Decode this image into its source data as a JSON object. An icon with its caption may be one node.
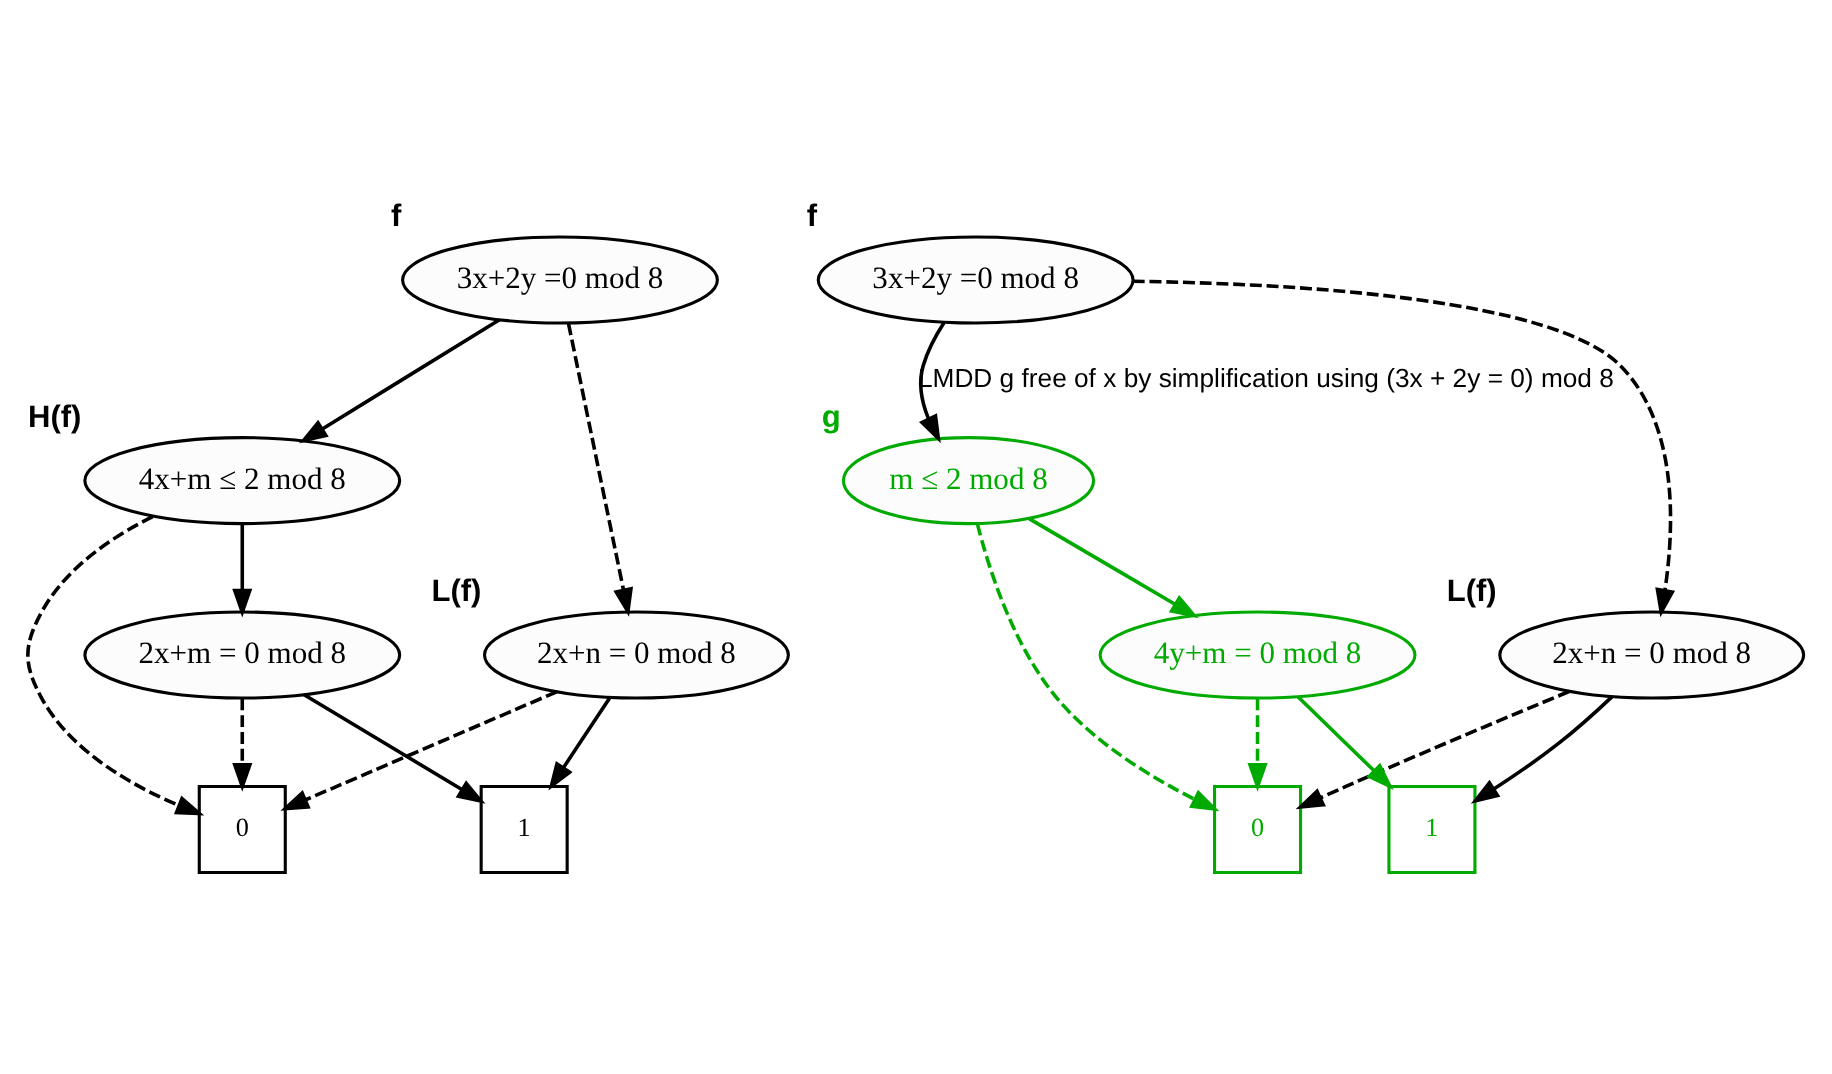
{
  "diagram": {
    "nodes": [
      {
        "text": [
          "3x+2y =0 mod 8"
        ],
        "beside": [
          "f"
        ]
      },
      {
        "text": [
          "4x+m ≤ 2 mod 8"
        ],
        "beside": [
          "H(f)"
        ]
      },
      {
        "text": [
          "2x+n = 0 mod 8"
        ],
        "beside": [
          "L(f)"
        ]
      },
      {
        "text": [
          "2x+m = 0 mod 8"
        ]
      },
      {
        "text": [
          "1"
        ]
      },
      {
        "text": [
          "0"
        ]
      },
      {
        "text": [
          "3x+2y =0 mod 8"
        ],
        "beside": [
          "f"
        ]
      },
      {
        "text": [
          "m ≤ 2 mod 8"
        ],
        "beside": [
          "g"
        ]
      },
      {
        "text": [
          "2x+n = 0 mod 8"
        ],
        "beside": [
          "L(f)"
        ]
      },
      {
        "text": [
          "4y+m = 0 mod 8"
        ]
      },
      {
        "text": [
          "1"
        ]
      },
      {
        "text": [
          "0"
        ]
      }
    ],
    "edges": [
      {
        "from": 0,
        "to": 1,
        "arrow": "to"
      },
      {
        "from": 0,
        "to": 2,
        "arrow": "to",
        "style": "dashed"
      },
      {
        "from": 1,
        "to": 3,
        "arrow": "to"
      },
      {
        "from": 1,
        "to": 5,
        "arrow": "to",
        "style": "dashed"
      },
      {
        "from": 2,
        "to": 4,
        "arrow": "to"
      },
      {
        "from": 2,
        "to": 5,
        "arrow": "to",
        "style": "dashed"
      },
      {
        "from": 3,
        "to": 4,
        "arrow": "to"
      },
      {
        "from": 3,
        "to": 5,
        "arrow": "to",
        "style": "dashed"
      },
      {
        "from": 6,
        "to": 7,
        "arrow": "to",
        "label": "LMDD g free of x by simplification using (3x + 2y = 0) mod 8"
      },
      {
        "from": 6,
        "to": 8,
        "arrow": "to",
        "style": "dashed"
      },
      {
        "from": 7,
        "to": 9,
        "arrow": "to",
        "color": "#00aa00"
      },
      {
        "from": 7,
        "to": 11,
        "arrow": "to",
        "style": "dashed",
        "color": "#00aa00"
      },
      {
        "from": 8,
        "to": 10,
        "arrow": "to"
      },
      {
        "from": 8,
        "to": 11,
        "arrow": "to",
        "style": "dashed"
      },
      {
        "from": 9,
        "to": 10,
        "arrow": "to",
        "color": "#00aa00"
      },
      {
        "from": 9,
        "to": 11,
        "arrow": "to",
        "style": "dashed",
        "color": "#00aa00"
      }
    ]
  }
}
